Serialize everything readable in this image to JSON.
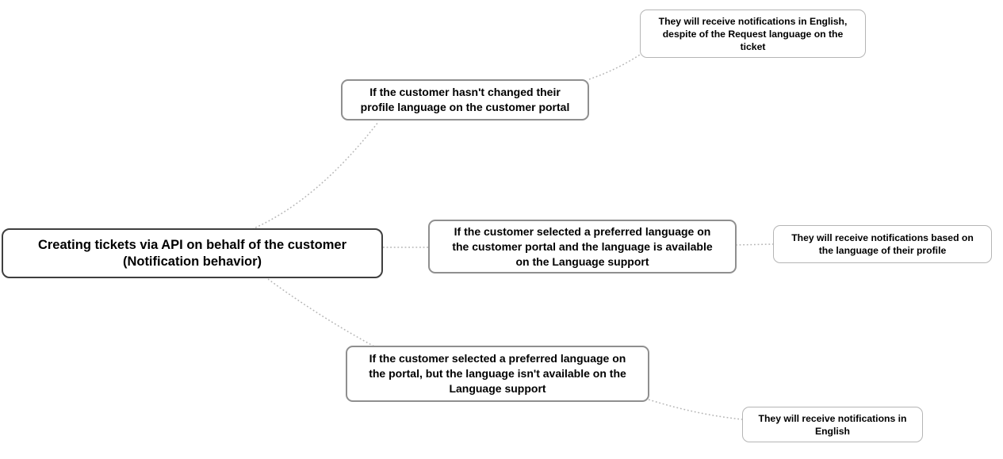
{
  "colors": {
    "canvas_bg": "#ffffff",
    "text": "#000000",
    "root_border": "#3f3f3f",
    "branch_border": "#8f8f8f",
    "leaf_border": "#b5b5b5",
    "edge": "#b5b5b5"
  },
  "mindmap": {
    "root": {
      "label": "Creating tickets via API on behalf of the customer\n(Notification behavior)"
    },
    "branches": [
      {
        "label": "If the customer hasn't changed their\nprofile language on the customer portal",
        "leaf": {
          "label": "They will receive notifications in English,\ndespite of the Request language on the\nticket"
        }
      },
      {
        "label": "If the customer selected a preferred language on\nthe customer portal and the language is available\non the Language support",
        "leaf": {
          "label": "They will receive notifications based on\nthe language of their profile"
        }
      },
      {
        "label": "If the customer selected a preferred language on\nthe portal, but the language isn't available on the\nLanguage support",
        "leaf": {
          "label": "They will receive notifications in\nEnglish"
        }
      }
    ]
  }
}
